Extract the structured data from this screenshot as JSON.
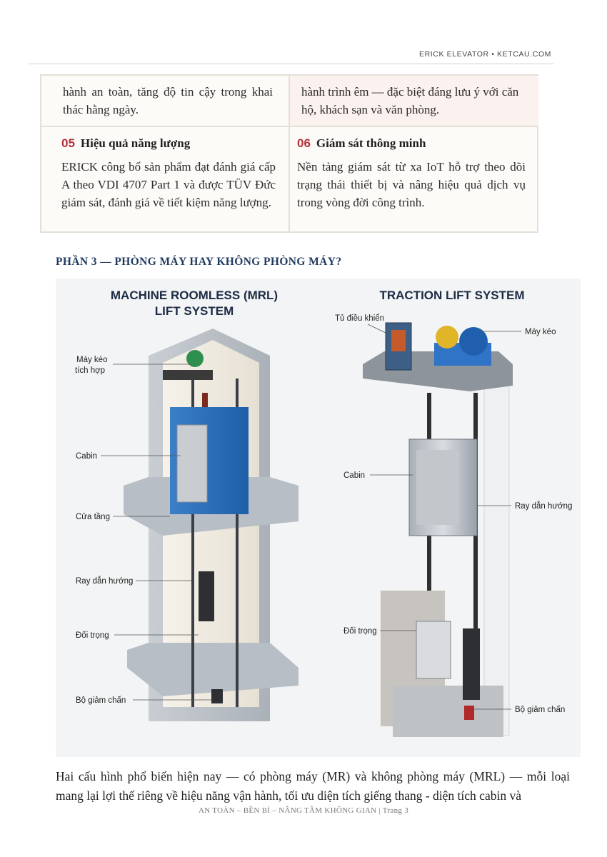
{
  "header": {
    "brand_text": "ERICK ELEVATOR • KETCAU.COM"
  },
  "features": {
    "cont_left": "hành an toàn, tăng độ tin cậy trong khai thác hằng ngày.",
    "cont_right": "hành trình êm — đặc biệt đáng lưu ý với căn hộ, khách sạn và văn phòng.",
    "item5": {
      "number": "05",
      "title": "Hiệu quả năng lượng",
      "body": "ERICK công bố sản phẩm đạt đánh giá cấp A theo VDI 4707 Part 1 và được TÜV Đức giám sát, đánh giá về tiết kiệm năng lượng."
    },
    "item6": {
      "number": "06",
      "title": "Giám sát thông minh",
      "body": "Nền tảng giám sát từ xa IoT hỗ trợ theo dõi trạng thái thiết bị và nâng hiệu quả dịch vụ trong vòng đời công trình."
    }
  },
  "section": {
    "title": "PHẦN 3 — PHÒNG MÁY HAY KHÔNG PHÒNG MÁY?"
  },
  "figure": {
    "mrl": {
      "title_line1": "MACHINE ROOMLESS (MRL)",
      "title_line2": "LIFT SYSTEM",
      "labels": {
        "machine_line1": "Máy kéo",
        "machine_line2": "tích hợp",
        "cabin": "Cabin",
        "landing_door": "Cửa tầng",
        "guide_rail": "Ray dẫn hướng",
        "counterweight": "Đối trọng",
        "buffer": "Bộ giảm chấn"
      }
    },
    "traction": {
      "title": "TRACTION LIFT SYSTEM",
      "labels": {
        "control_cabinet": "Tủ điều khiển",
        "machine": "Máy kéo",
        "cabin": "Cabin",
        "guide_rail": "Ray dẫn hướng",
        "counterweight": "Đối trọng",
        "buffer": "Bộ giảm chấn"
      }
    }
  },
  "body_text": "Hai cấu hình phổ biến hiện nay — có phòng máy (MR) và không phòng máy (MRL) — mỗi loại mang lại lợi thế riêng về hiệu năng vận hành, tối ưu diện tích giếng thang - diện tích cabin và",
  "footer": {
    "text": "AN TOÀN – BỀN BỈ – NÂNG TẦM KHÔNG GIAN  |  Trang 3"
  }
}
